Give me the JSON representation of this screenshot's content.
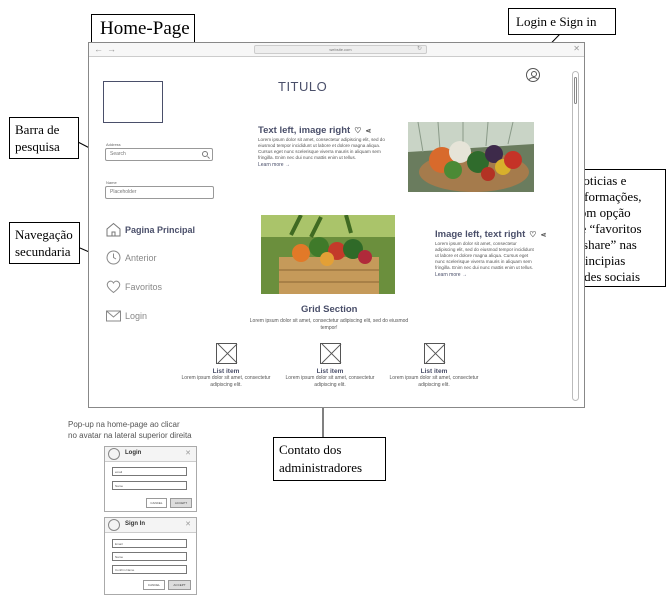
{
  "callouts": {
    "home_page": "Home-Page",
    "login_signin": "Login e Sign in",
    "search_bar": [
      "Barra de",
      "pesquisa"
    ],
    "secondary_nav": [
      "Navegação",
      "secundaria"
    ],
    "news": [
      "Noticias e",
      "informações,",
      "com opção",
      "de “favoritos",
      "e share” nas",
      "principias",
      "redes sociais"
    ],
    "admin_contact": [
      "Contato dos",
      "administradores"
    ]
  },
  "popup_note": [
    "Pop-up na home-page ao clicar",
    "no avatar na lateral superior direita"
  ],
  "browser": {
    "url": "website.com",
    "page_title": "TITULO"
  },
  "sidebar": {
    "address_label": "Address",
    "search_placeholder": "Search",
    "name_label": "Name",
    "name_placeholder": "Placeholder",
    "nav_items": [
      {
        "label": "Pagina Principal",
        "icon": "home-icon"
      },
      {
        "label": "Anterior",
        "icon": "clock-icon"
      },
      {
        "label": "Favoritos",
        "icon": "heart-icon"
      },
      {
        "label": "Login",
        "icon": "mail-icon"
      }
    ]
  },
  "news": [
    {
      "title": "Text left, image right",
      "body": "Lorem ipsum dolor sit amet, consectetur adipiscing elit, sed do eiusmod tempor incididunt ut labore et dolore magna aliqua. Cursus eget nunc scelerisque viverra mauris in aliquam sem fringilla. Enim nec dui nunc mattis enim ut tellus.",
      "link": "Learn more →"
    },
    {
      "title": "Image left, text right",
      "body": "Lorem ipsum dolor sit amet, consectetur adipiscing elit, sed do eiusmod tempor incididunt ut labore et dolore magna aliqua. Cursus eget nunc scelerisque viverra mauris in aliquam sem fringilla. Enim nec dui nunc mattis enim ut tellus.",
      "link": "Learn more →"
    }
  ],
  "grid": {
    "title": "Grid Section",
    "subtitle": "Lorem ipsum dolor sit amet, consectetur adipiscing elit, sed do eiusmod tempor!",
    "items": [
      {
        "title": "List item",
        "text": "Lorem ipsum dolor sit amet, consectetur adipiscing elit."
      },
      {
        "title": "List item",
        "text": "Lorem ipsum dolor sit amet, consectetur adipiscing elit."
      },
      {
        "title": "List item",
        "text": "Lorem ipsum dolor sit amet, consectetur adipiscing elit."
      }
    ]
  },
  "login_popup": {
    "title": "Login",
    "fields": [
      "email",
      "Name"
    ],
    "cancel": "CANCEL",
    "accept": "ACCEPT"
  },
  "signin_popup": {
    "title": "Sign In",
    "fields": [
      "Email",
      "Name",
      "Confirm Name"
    ],
    "cancel": "CANCEL",
    "accept": "ACCEPT"
  },
  "colors": {
    "accent": "#4a4f6a"
  }
}
